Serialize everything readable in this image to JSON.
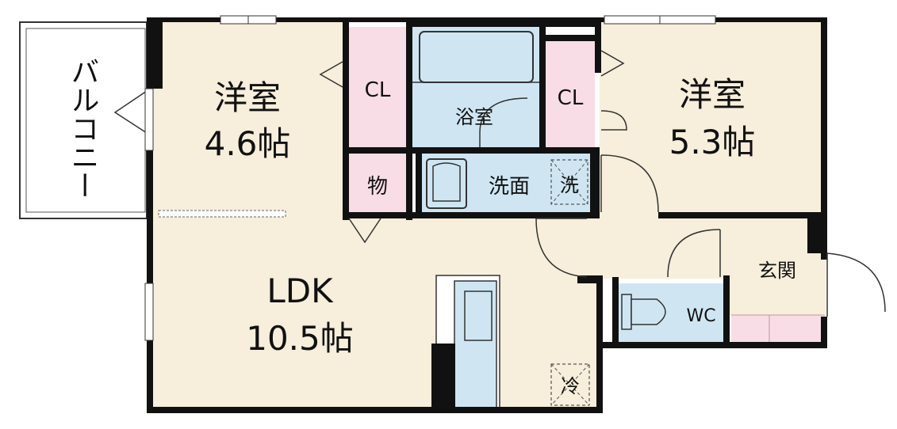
{
  "rooms": {
    "balcony": "バルコニー",
    "western_left_name": "洋室",
    "western_left_size": "4.6帖",
    "western_right_name": "洋室",
    "western_right_size": "5.3帖",
    "closet_left": "CL",
    "closet_right": "CL",
    "bathroom": "浴室",
    "storage": "物",
    "washroom": "洗面",
    "washer": "洗",
    "ldk_name": "LDK",
    "ldk_size": "10.5帖",
    "fridge": "冷",
    "entrance": "玄関",
    "toilet": "WC"
  },
  "colors": {
    "room_floor": "#f7eedb",
    "closet": "#f8dde6",
    "wet_area": "#cfe6f2",
    "wall": "#111111",
    "entrance_tile": "#f8dde6"
  }
}
